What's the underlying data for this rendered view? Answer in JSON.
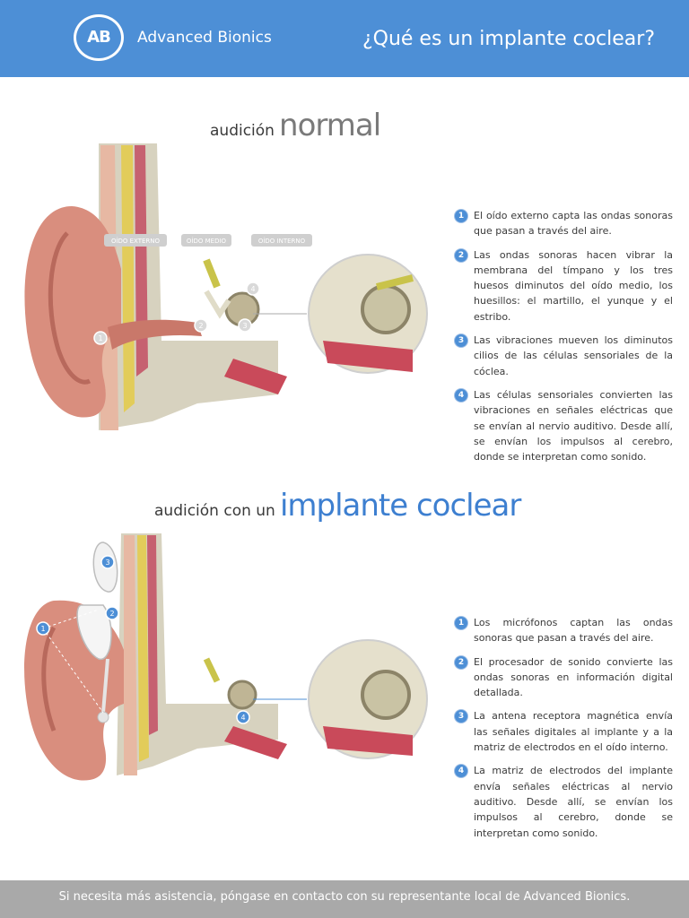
{
  "header": {
    "logo_text": "AB",
    "brand": "Advanced Bionics",
    "title": "¿Qué es un implante coclear?"
  },
  "section1": {
    "title_small": "audición",
    "title_big": "normal",
    "labels": {
      "outer": "OÍDO EXTERNO",
      "middle": "OÍDO MEDIO",
      "inner": "OÍDO INTERNO"
    },
    "markers": [
      "1",
      "2",
      "3",
      "4"
    ],
    "items": [
      {
        "num": "1",
        "text": "El oído externo capta las ondas sonoras que pasan a través del aire."
      },
      {
        "num": "2",
        "text": "Las ondas sonoras hacen vibrar la membrana del tímpano y los tres huesos diminutos del oído medio, los huesillos: el martillo, el yunque y el estribo."
      },
      {
        "num": "3",
        "text": "Las vibraciones mueven los diminutos cilios de las células sensoriales de la cóclea."
      },
      {
        "num": "4",
        "text": "Las células sensoriales convierten las vibraciones en señales eléctricas que se envían al nervio auditivo. Desde allí, se envían los impulsos al cerebro, donde se interpretan como sonido."
      }
    ]
  },
  "section2": {
    "title_small": "audición con un",
    "title_big": "implante coclear",
    "markers": [
      "1",
      "2",
      "3",
      "4"
    ],
    "items": [
      {
        "num": "1",
        "text": "Los micrófonos captan las ondas sonoras que pasan a través del aire."
      },
      {
        "num": "2",
        "text": "El procesador de sonido convierte las ondas sonoras en información digital detallada."
      },
      {
        "num": "3",
        "text": "La antena receptora magnética envía las señales digitales al implante y a la matriz de electrodos en el oído interno."
      },
      {
        "num": "4",
        "text": "La matriz de electrodos del implante envía señales eléctricas al nervio auditivo. Desde allí, se envían los impulsos al cerebro, donde se interpretan como sonido."
      }
    ]
  },
  "footer": {
    "text": "Si necesita más asistencia, póngase en contacto con su representante local de Advanced Bionics."
  },
  "colors": {
    "accent": "#4d8fd6",
    "footer": "#a9a9a9",
    "skin": "#d98e7e",
    "bone": "#cfcab6"
  }
}
